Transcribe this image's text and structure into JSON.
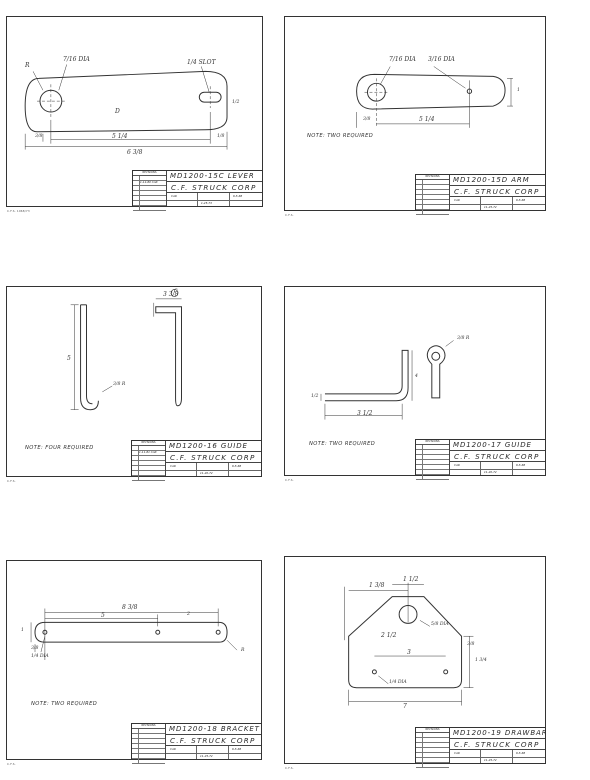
{
  "sheets": [
    {
      "id": "md1200-15c",
      "title": "MD1200-15C LEVER",
      "company": "C.F. STRUCK CORP",
      "note": "",
      "revision_note": "1-14-80 CAR",
      "dims": {
        "a": "R",
        "b": "7/16 DIA",
        "c": "1/4 SLOT",
        "d": "5 1/4",
        "e": "6 3/8",
        "f": "3/8",
        "g": "1/8",
        "h": "1/2",
        "i": "D"
      },
      "tb_values": [
        "CAR",
        "1-25-73",
        "6-5-68"
      ],
      "footer": "C.F.S. 1968/73"
    },
    {
      "id": "md1200-15d",
      "title": "MD1200-15D ARM",
      "company": "C.F. STRUCK CORP",
      "note": "NOTE: TWO REQUIRED",
      "revision_note": "",
      "dims": {
        "a": "7/16 DIA",
        "b": "3/16 DIA",
        "c": "5 1/4",
        "d": "3/8",
        "e": "1"
      },
      "tb_values": [
        "CAR",
        "11-25-72",
        "6-5-68"
      ],
      "footer": "C.F.S."
    },
    {
      "id": "md1200-16",
      "title": "MD1200-16 GUIDE",
      "company": "C.F. STRUCK CORP",
      "note": "NOTE: FOUR REQUIRED",
      "revision_note": "1-11-81 CAR",
      "dims": {
        "a": "3 3/8",
        "b": "3/8 R",
        "c": "5",
        "d": "C"
      },
      "tb_values": [
        "CAR",
        "11-20-72",
        "6-5-68"
      ],
      "footer": "C.F.S."
    },
    {
      "id": "md1200-17",
      "title": "MD1200-17 GUIDE",
      "company": "C.F. STRUCK CORP",
      "note": "NOTE: TWO REQUIRED",
      "revision_note": "",
      "dims": {
        "a": "3/8 R",
        "b": "3 1/2",
        "c": "4",
        "d": "1/2"
      },
      "tb_values": [
        "CAR",
        "11-20-72",
        "6-5-68"
      ],
      "footer": "C.F.S."
    },
    {
      "id": "md1200-18",
      "title": "MD1200-18 BRACKET",
      "company": "C.F. STRUCK CORP",
      "note": "NOTE: TWO REQUIRED",
      "revision_note": "",
      "dims": {
        "a": "8 3/8",
        "b": "5",
        "c": "2",
        "d": "3/8",
        "e": "1",
        "f": "1/4 DIA",
        "g": "R"
      },
      "tb_values": [
        "CAR",
        "11-25-72",
        "6-5-68"
      ],
      "footer": "C.F.S."
    },
    {
      "id": "md1200-19",
      "title": "MD1200-19 DRAWBAR",
      "company": "C.F. STRUCK CORP",
      "note": "",
      "revision_note": "",
      "dims": {
        "a": "1 3/8",
        "b": "1 1/2",
        "c": "5/8 DIA",
        "d": "2 1/2",
        "e": "3",
        "f": "1/4 DIA",
        "g": "7",
        "h": "1 3/4",
        "i": "3/8"
      },
      "tb_values": [
        "CAR",
        "11-25-72",
        "6-5-68"
      ],
      "footer": "C.F.S."
    }
  ]
}
